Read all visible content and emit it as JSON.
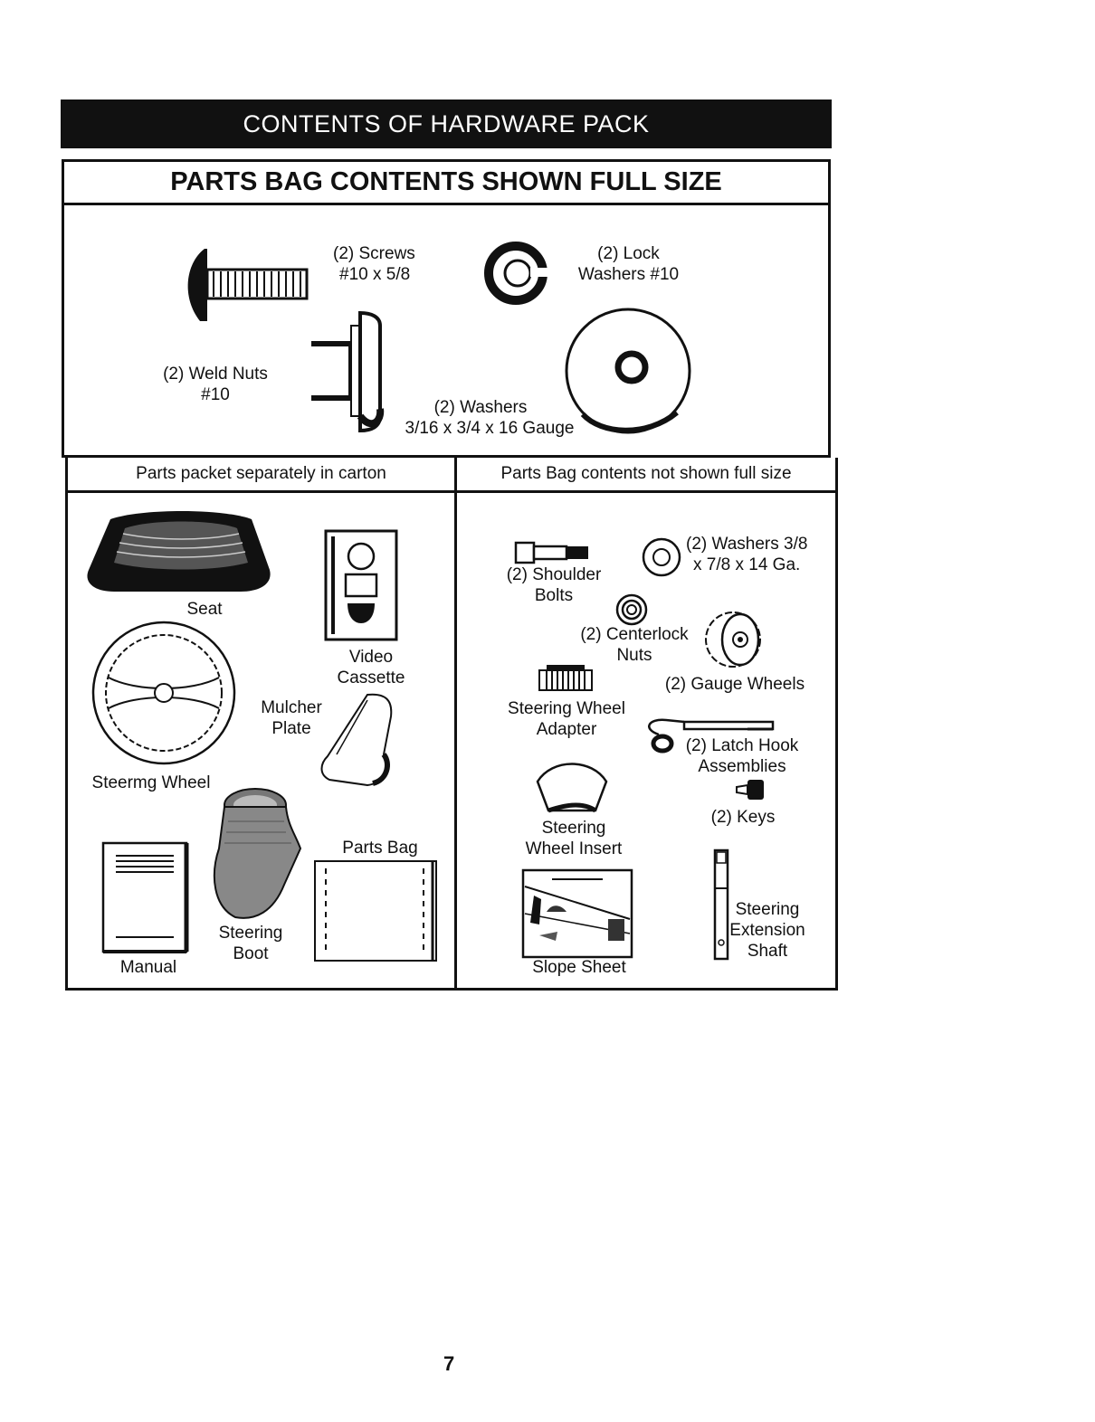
{
  "banner": {
    "title": "CONTENTS OF HARDWARE PACK"
  },
  "full_size_box": {
    "title": "PARTS BAG CONTENTS SHOWN FULL SIZE",
    "items": {
      "screws": [
        "(2) Screws",
        "#10 x 5/8"
      ],
      "lock_washers": [
        "(2) Lock",
        "Washers #10"
      ],
      "weld_nuts": [
        "(2) Weld Nuts",
        "#10"
      ],
      "washers": [
        "(2) Washers",
        "3/16 x 3/4 x 16 Gauge"
      ]
    }
  },
  "left_panel": {
    "title": "Parts packet separately in carton",
    "items": {
      "seat": "Seat",
      "video_cassette": [
        "Video",
        "Cassette"
      ],
      "steering_wheel": "Steermg Wheel",
      "mulcher_plate": [
        "Mulcher",
        "Plate"
      ],
      "manual": "Manual",
      "steering_boot": [
        "Steering",
        "Boot"
      ],
      "parts_bag": "Parts Bag"
    }
  },
  "right_panel": {
    "title": "Parts Bag contents not shown full size",
    "items": {
      "shoulder_bolts": [
        "(2) Shoulder",
        "Bolts"
      ],
      "washers": [
        "(2) Washers 3/8",
        "x 7/8 x 14 Ga."
      ],
      "centerlock_nuts": [
        "(2) Centerlock",
        "Nuts"
      ],
      "gauge_wheels": "(2) Gauge Wheels",
      "steering_wheel_adapter": [
        "Steering Wheel",
        "Adapter"
      ],
      "latch_hook": [
        "(2) Latch Hook",
        "Assemblies"
      ],
      "keys": "(2) Keys",
      "steering_wheel_insert": [
        "Steering",
        "Wheel Insert"
      ],
      "slope_sheet": "Slope Sheet",
      "steering_extension_shaft": [
        "Steering",
        "Extension",
        "Shaft"
      ]
    }
  },
  "page": {
    "number": "7"
  }
}
